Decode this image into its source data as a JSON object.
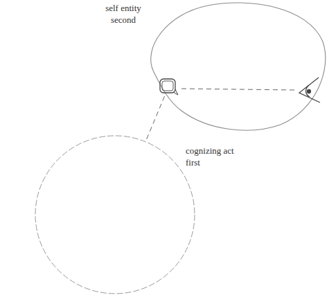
{
  "diagram": {
    "nodes": [
      {
        "text": [
          "self entity second"
        ]
      },
      {
        "text": [
          "cognizing act first"
        ]
      }
    ],
    "edges": [
      {
        "from": 0,
        "to": 1,
        "arrow": "none"
      }
    ]
  }
}
